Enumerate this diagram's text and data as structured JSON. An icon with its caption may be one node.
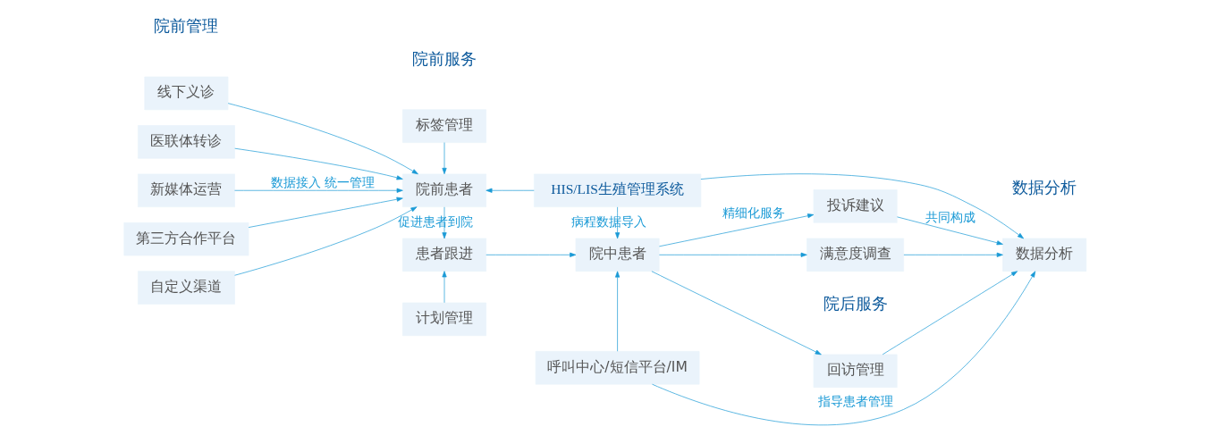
{
  "diagram": {
    "nodes": [
      {
        "text": [
          "线下义诊"
        ]
      },
      {
        "text": [
          "医联体转诊"
        ]
      },
      {
        "text": [
          "新媒体运营"
        ]
      },
      {
        "text": [
          "第三方合作平台"
        ]
      },
      {
        "text": [
          "自定义渠道"
        ]
      },
      {
        "text": [
          "标签管理"
        ]
      },
      {
        "text": [
          "院前患者"
        ]
      },
      {
        "text": [
          "患者跟进"
        ]
      },
      {
        "text": [
          "计划管理"
        ]
      },
      {
        "text": [
          "HIS/LIS生殖管理系统"
        ]
      },
      {
        "text": [
          "院中患者"
        ]
      },
      {
        "text": [
          "回访管理"
        ]
      },
      {
        "text": [
          "投诉建议"
        ]
      },
      {
        "text": [
          "满意度调查"
        ]
      },
      {
        "text": [
          "数据分析"
        ]
      },
      {
        "text": [
          "呼叫中心/短信平台/IM"
        ]
      }
    ],
    "edges": [
      {
        "from": 0,
        "to": 6,
        "arrow": "to"
      },
      {
        "from": 1,
        "to": 6,
        "arrow": "to"
      },
      {
        "from": 2,
        "to": 6,
        "arrow": "to",
        "label": "数据接入 统一管理"
      },
      {
        "from": 3,
        "to": 6,
        "arrow": "to"
      },
      {
        "from": 4,
        "to": 6,
        "arrow": "to"
      },
      {
        "from": 5,
        "to": 6,
        "arrow": "to"
      },
      {
        "from": 9,
        "to": 6,
        "arrow": "to"
      },
      {
        "from": 6,
        "to": 7,
        "arrow": "to",
        "label": "促进患者到院"
      },
      {
        "from": 8,
        "to": 7,
        "arrow": "to"
      },
      {
        "from": 9,
        "to": 10,
        "arrow": "to",
        "label": "病程数据导入"
      },
      {
        "from": 7,
        "to": 10,
        "arrow": "to"
      },
      {
        "from": 15,
        "to": 10,
        "arrow": "to"
      },
      {
        "from": 9,
        "to": 14,
        "arrow": "to"
      },
      {
        "from": 10,
        "to": 11,
        "arrow": "to"
      },
      {
        "from": 10,
        "to": 12,
        "arrow": "to",
        "label": "精细化服务"
      },
      {
        "from": 10,
        "to": 13,
        "arrow": "to"
      },
      {
        "from": 11,
        "to": 14,
        "arrow": "to"
      },
      {
        "from": 12,
        "to": 14,
        "arrow": "to",
        "label": "共同构成"
      },
      {
        "from": 13,
        "to": 14,
        "arrow": "to"
      },
      {
        "from": 15,
        "to": 14,
        "arrow": "to",
        "label": "指导患者管理"
      }
    ],
    "labels": [
      "院前管理",
      "院前服务",
      "院后服务",
      "数据分析"
    ]
  }
}
